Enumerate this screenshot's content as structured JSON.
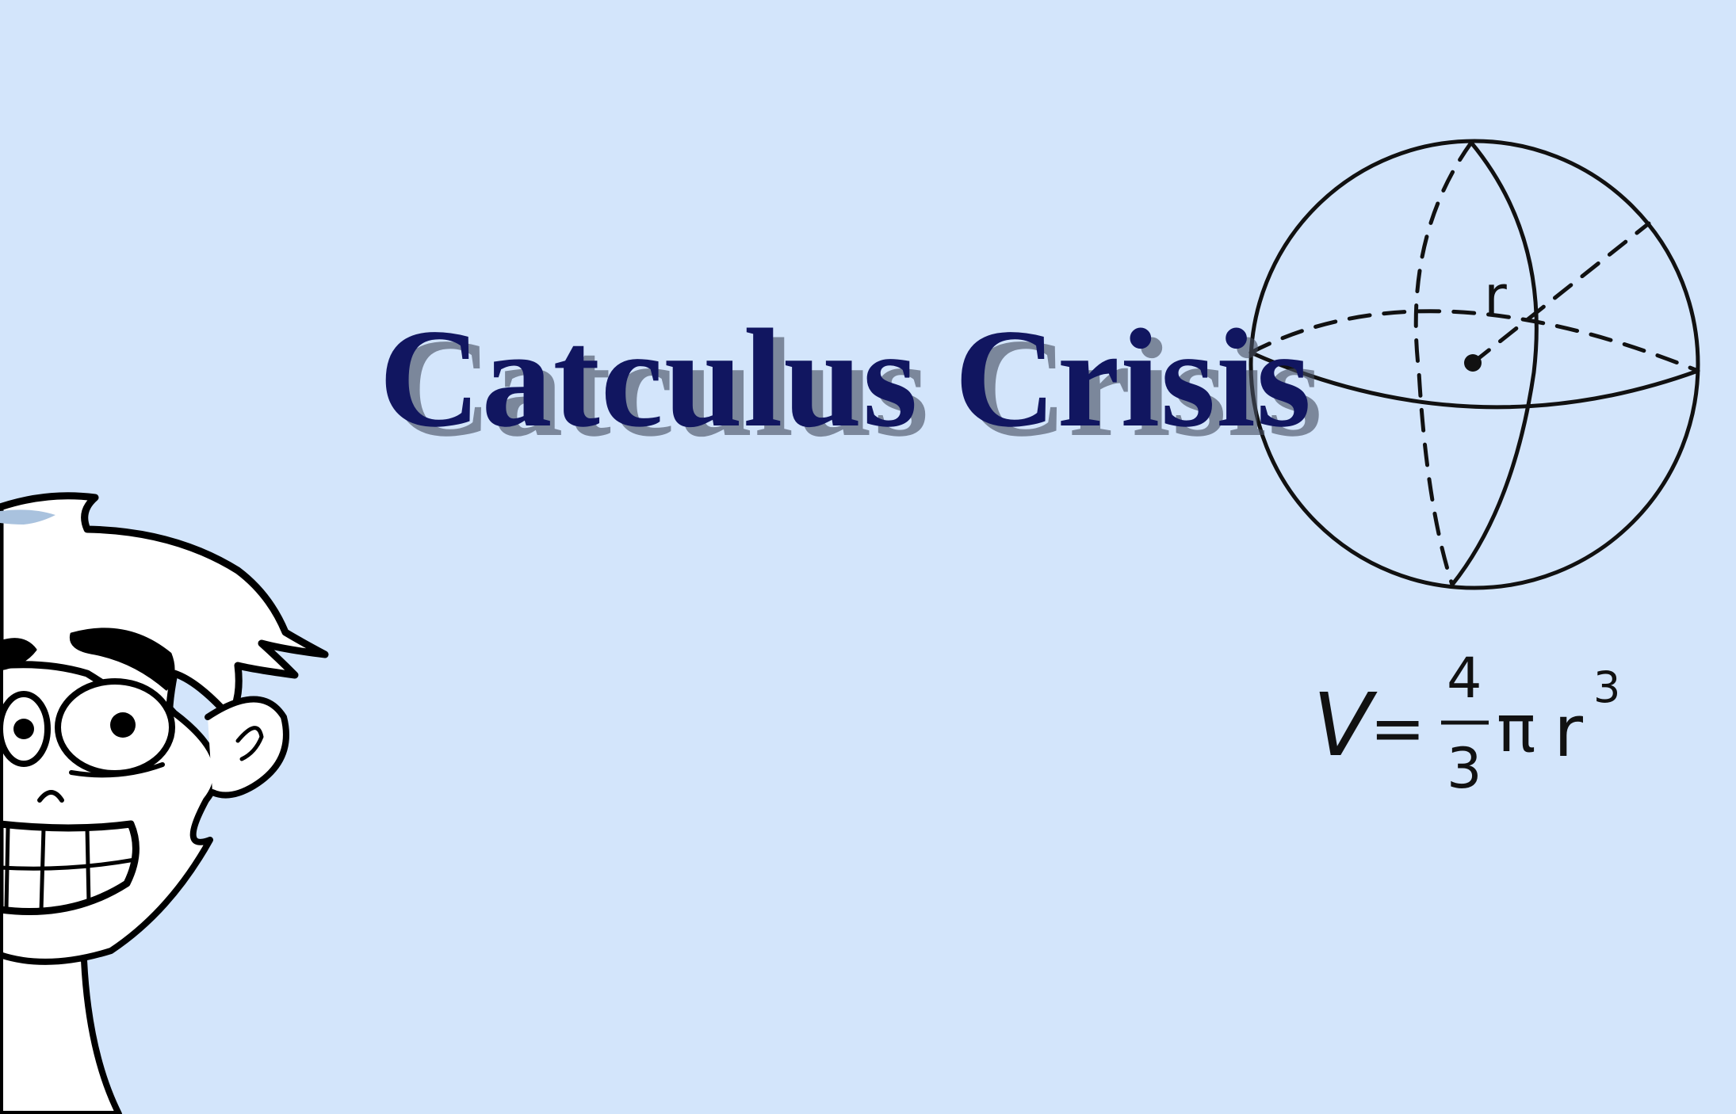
{
  "title": {
    "text": "Catculus Crisis",
    "color": "#111660",
    "shadow_color": "#464e5f"
  },
  "background_color": "#d3e5fb",
  "sphere": {
    "radius_label": "r"
  },
  "formula": {
    "lhs": "V",
    "equals": "=",
    "numerator": "4",
    "denominator": "3",
    "pi": "π",
    "variable": "r",
    "exponent": "3"
  },
  "character": {
    "icon": "scared-cartoon-boy-icon"
  }
}
